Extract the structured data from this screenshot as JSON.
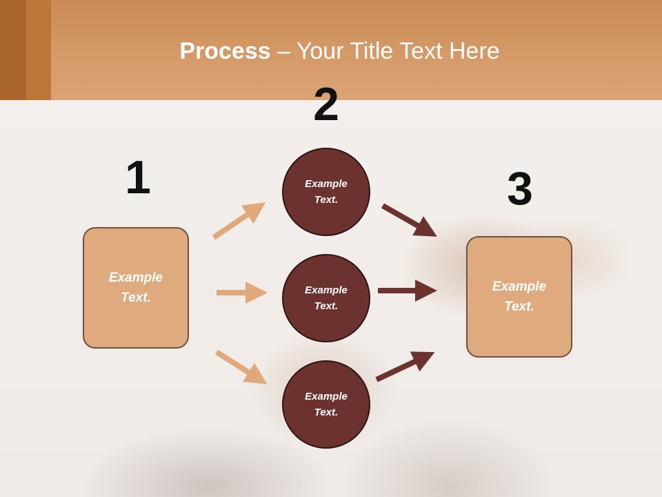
{
  "slide": {
    "title_bold": "Process",
    "title_rest": " – Your Title Text Here"
  },
  "steps": {
    "one": "1",
    "two": "2",
    "three": "3"
  },
  "boxes": {
    "left": "Example Text.",
    "right": "Example Text."
  },
  "circles": [
    "Example Text.",
    "Example Text.",
    "Example Text."
  ],
  "colors": {
    "header": "#d59a68",
    "box_fill": "#deaa7e",
    "circle_fill": "#6b3230",
    "arrow_light": "#dfa97b",
    "arrow_dark": "#6b3230"
  }
}
